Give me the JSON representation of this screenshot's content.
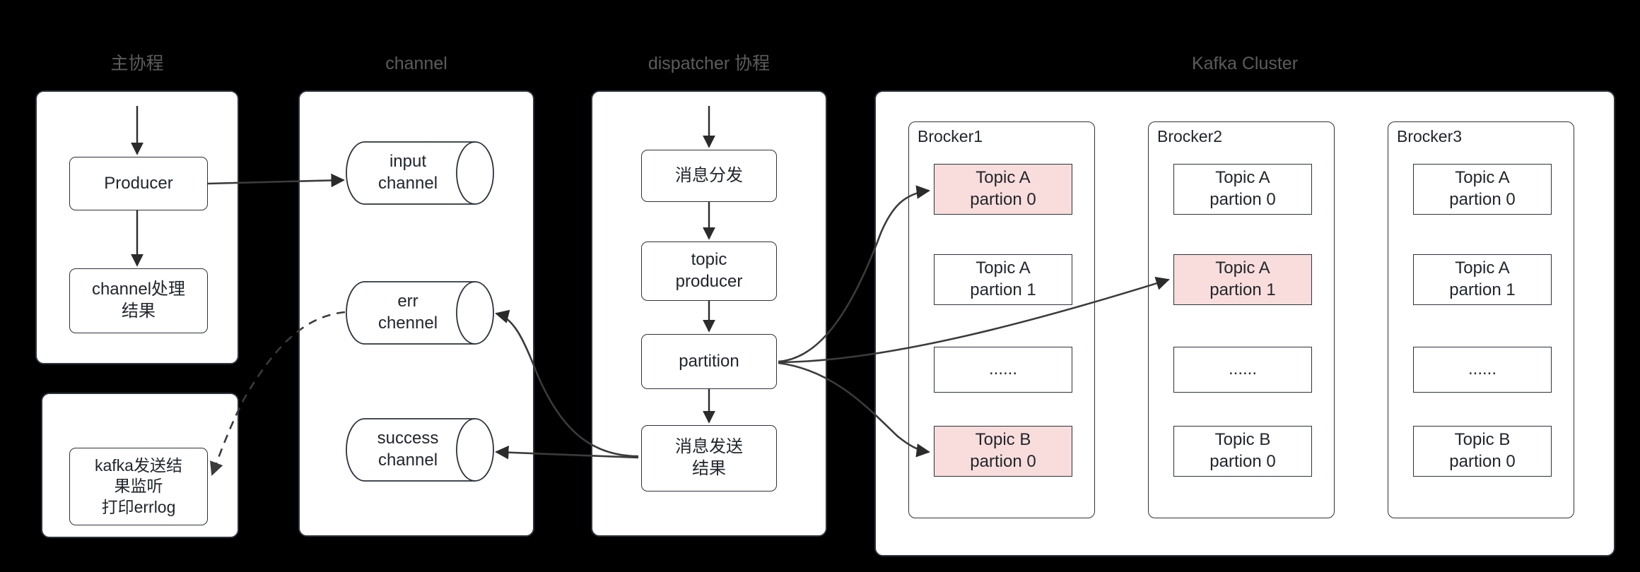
{
  "diagram": {
    "title": "Kafka producer dispatcher flow",
    "background": "#000000",
    "node_fill": "#ffffff",
    "node_stroke": "#2b333d",
    "highlight_fill": "#f9dddc",
    "lane_title_color": "#5c5c5c"
  },
  "lanes": [
    {
      "id": "main",
      "title": "主协程"
    },
    {
      "id": "channel",
      "title": "channel"
    },
    {
      "id": "dispatcher",
      "title": "dispatcher 协程"
    },
    {
      "id": "kafka",
      "title": "Kafka Cluster"
    }
  ],
  "main_lane": {
    "nodes": [
      {
        "id": "producer",
        "label": "Producer"
      },
      {
        "id": "channel-result",
        "label": "channel处理\n结果"
      }
    ],
    "listener_node": {
      "id": "kafka-listener",
      "label": "kafka发送结\n果监听\n打印errlog"
    }
  },
  "channel_lane": {
    "cylinders": [
      {
        "id": "input-channel",
        "label": "input\nchannel"
      },
      {
        "id": "err-chennel",
        "label": "err\nchennel"
      },
      {
        "id": "success-channel",
        "label": "success\nchannel"
      }
    ]
  },
  "dispatcher_lane": {
    "nodes": [
      {
        "id": "msg-dispatch",
        "label": "消息分发"
      },
      {
        "id": "topic-producer",
        "label": "topic\nproducer"
      },
      {
        "id": "partition",
        "label": "partition"
      },
      {
        "id": "send-result",
        "label": "消息发送\n结果"
      }
    ]
  },
  "kafka_cluster": {
    "brokers": [
      {
        "id": "brocker1",
        "name": "Brocker1",
        "partitions": [
          {
            "label": "Topic A\npartion 0",
            "highlight": true
          },
          {
            "label": "Topic A\npartion 1",
            "highlight": false
          },
          {
            "label": "......",
            "highlight": false
          },
          {
            "label": "Topic B\npartion 0",
            "highlight": true
          }
        ]
      },
      {
        "id": "brocker2",
        "name": "Brocker2",
        "partitions": [
          {
            "label": "Topic A\npartion 0",
            "highlight": false
          },
          {
            "label": "Topic A\npartion 1",
            "highlight": true
          },
          {
            "label": "......",
            "highlight": false
          },
          {
            "label": "Topic B\npartion 0",
            "highlight": false
          }
        ]
      },
      {
        "id": "brocker3",
        "name": "Brocker3",
        "partitions": [
          {
            "label": "Topic A\npartion 0",
            "highlight": false
          },
          {
            "label": "Topic A\npartion 1",
            "highlight": false
          },
          {
            "label": "......",
            "highlight": false
          },
          {
            "label": "Topic B\npartion 0",
            "highlight": false
          }
        ]
      }
    ]
  },
  "edges": [
    {
      "id": "entry-producer",
      "from": "lane-top",
      "to": "producer",
      "style": "solid"
    },
    {
      "id": "producer-result",
      "from": "producer",
      "to": "channel-result",
      "style": "solid"
    },
    {
      "id": "producer-input",
      "from": "producer",
      "to": "input-channel",
      "style": "solid"
    },
    {
      "id": "entry-dispatch",
      "from": "lane-top",
      "to": "msg-dispatch",
      "style": "solid"
    },
    {
      "id": "dispatch-topicprod",
      "from": "msg-dispatch",
      "to": "topic-producer",
      "style": "solid"
    },
    {
      "id": "topicprod-partition",
      "from": "topic-producer",
      "to": "partition",
      "style": "solid"
    },
    {
      "id": "partition-sendresult",
      "from": "partition",
      "to": "send-result",
      "style": "solid"
    },
    {
      "id": "partition-b1-topicA0",
      "from": "partition",
      "to": "brocker1-p0",
      "style": "solid"
    },
    {
      "id": "partition-b2-topicA1",
      "from": "partition",
      "to": "brocker2-p1",
      "style": "solid"
    },
    {
      "id": "partition-b1-topicB0",
      "from": "partition",
      "to": "brocker1-p3",
      "style": "solid"
    },
    {
      "id": "sendresult-err",
      "from": "send-result",
      "to": "err-chennel",
      "style": "solid"
    },
    {
      "id": "sendresult-success",
      "from": "send-result",
      "to": "success-channel",
      "style": "solid"
    },
    {
      "id": "err-listener",
      "from": "err-chennel",
      "to": "kafka-listener",
      "style": "dashed"
    }
  ]
}
